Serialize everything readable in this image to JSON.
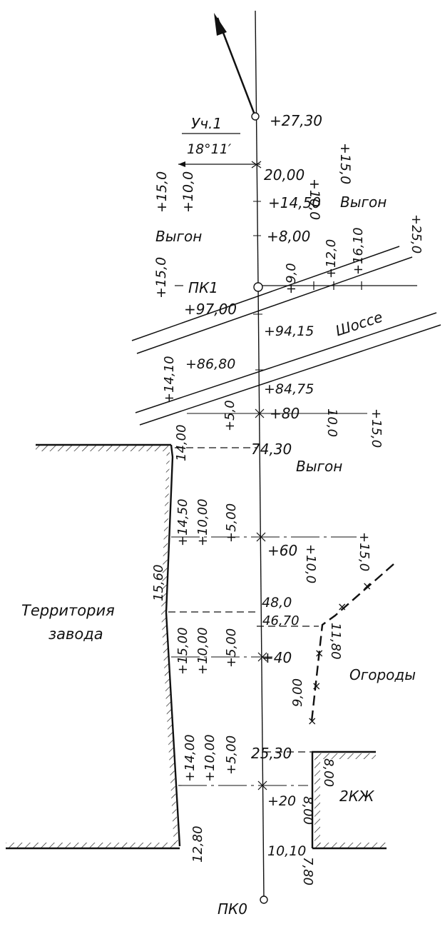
{
  "section": {
    "name": "Уч.1",
    "angle": "18°11′"
  },
  "axis_labels": {
    "pk27_30": "+27,30",
    "pk20_00": "20,00",
    "pk14_50": "+14,50",
    "pk8_00": "+8,00",
    "pk1": "ПК1",
    "pk97_00": "+97,00",
    "pk94_15": "+94,15",
    "pk86_80": "+86,80",
    "pk84_75": "+84,75",
    "pk80": "+80",
    "pk74_30": "74,30",
    "pk60": "+60",
    "pk48_0": "48,0",
    "pk46_70": "46,70",
    "pk40": "+40",
    "pk25_30": "25,30",
    "pk20": "+20",
    "pk10_10": "10,10",
    "pk0": "ПК0"
  },
  "offsets": {
    "o_r10_top": "+10,0",
    "o_r15_top": "+15,0",
    "o_l15_top": "+15,0",
    "o_l10_top": "+10,0",
    "o_l15_pk1": "+15,0",
    "o_r9_pk1": "+9,0",
    "o_r12_pk1": "+12,0",
    "o_r16_pk1": "+16,10",
    "o_r25_pk1": "+25,0",
    "o_l14_shosse": "+14,10",
    "o_l5_80": "+5,0",
    "o_r10_80": "10,0",
    "o_r15_80": "+15,0",
    "o_l14_74": "14,00",
    "o_l14_60": "+14,50",
    "o_l10_60": "+10,00",
    "o_l5_60": "+5,00",
    "o_r10_60": "+10,0",
    "o_r15_60": "+15,0",
    "o_l15_40": "+15,00",
    "o_l10_40": "+10,00",
    "o_l5_40": "+5,00",
    "o_l14_20": "+14,00",
    "o_l10_20": "+10,00",
    "o_l5_20": "+5,00",
    "f_1560": "15,60",
    "f_1280": "12,80",
    "f_1180": "11,80",
    "f_900": "9,00",
    "f_800a": "8,00",
    "f_800b": "8,00",
    "f_780": "7,80"
  },
  "areas": {
    "vygon1": "Выгон",
    "vygon2": "Выгон",
    "vygon3": "Выгон",
    "shosse": "Шоссе",
    "territory_line1": "Территория",
    "territory_line2": "завода",
    "ogorody": "Огороды",
    "kzh": "2КЖ"
  }
}
